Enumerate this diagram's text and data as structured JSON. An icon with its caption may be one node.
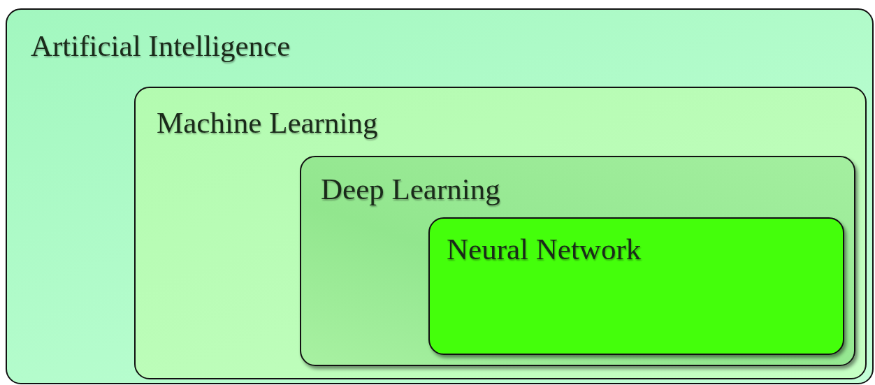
{
  "diagram": {
    "nodes": [
      {
        "text": [
          "Artificial Intelligence"
        ]
      },
      {
        "text": [
          "Machine Learning"
        ],
        "in": 0
      },
      {
        "text": [
          "Deep Learning"
        ],
        "in": 1
      },
      {
        "text": [
          "Neural Network"
        ],
        "in": 2
      }
    ]
  }
}
